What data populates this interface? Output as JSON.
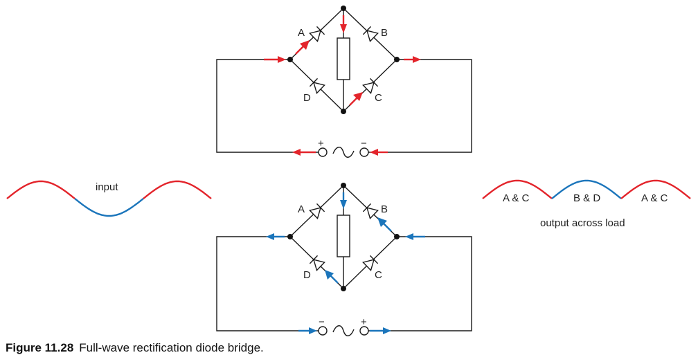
{
  "colors": {
    "red": "#e3242b",
    "blue": "#1b75bb",
    "wire": "#1a1a1a"
  },
  "top_circuit": {
    "diode_A": "A",
    "diode_B": "B",
    "diode_C": "C",
    "diode_D": "D",
    "plus_sign": "+",
    "minus_sign": "−"
  },
  "bottom_circuit": {
    "diode_A": "A",
    "diode_B": "B",
    "diode_C": "C",
    "diode_D": "D",
    "minus_sign": "−",
    "plus_sign": "+"
  },
  "input_wave": {
    "label": "input"
  },
  "output_wave": {
    "segment_1": "A & C",
    "segment_2": "B & D",
    "segment_3": "A & C",
    "label": "output across load"
  },
  "caption": {
    "number": "Figure 11.28",
    "text": "Full-wave rectification diode bridge."
  }
}
